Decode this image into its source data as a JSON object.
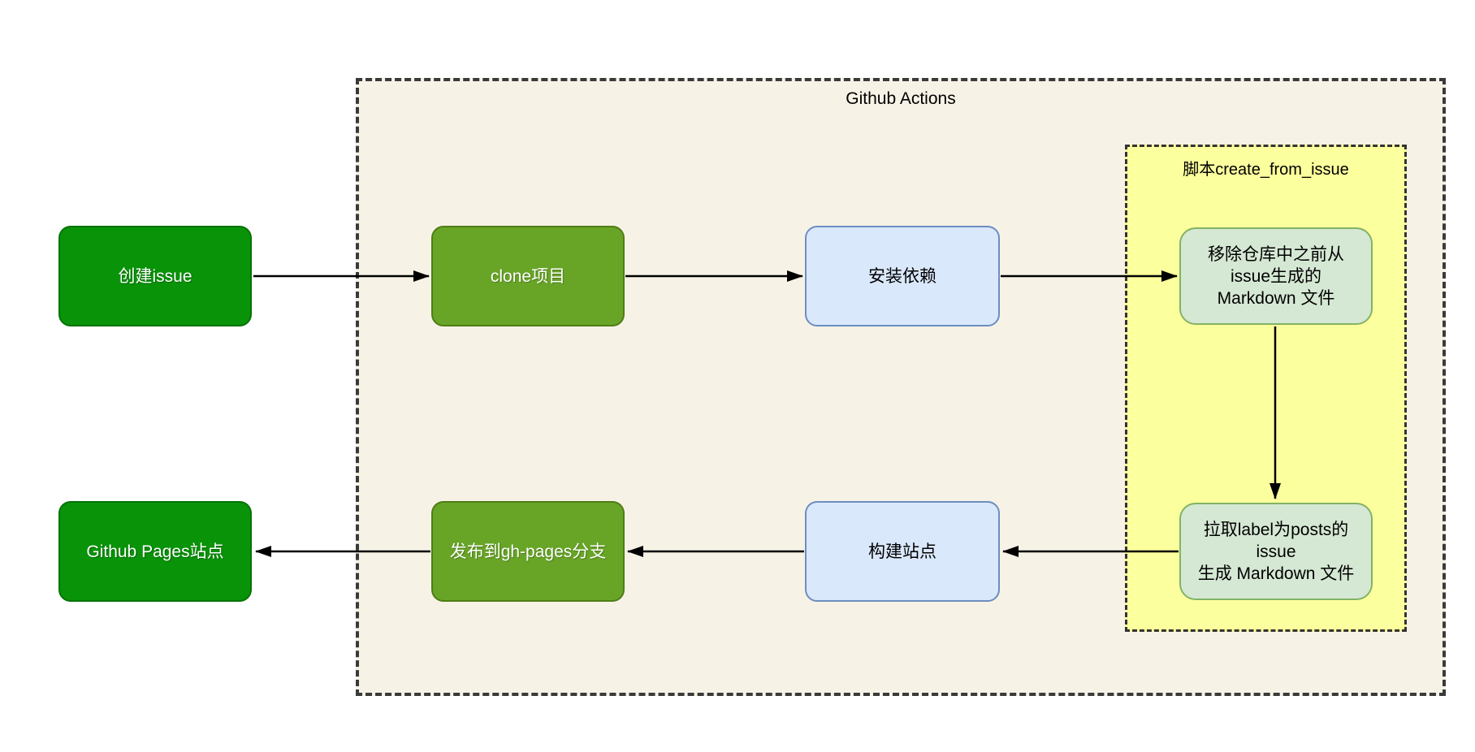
{
  "groups": {
    "github_actions": {
      "label": "Github Actions"
    },
    "script": {
      "label": "脚本create_from_issue"
    }
  },
  "nodes": {
    "create_issue": {
      "label": "创建issue"
    },
    "clone_project": {
      "label": "clone项目"
    },
    "install_deps": {
      "label": "安装依赖"
    },
    "remove_old_md": {
      "lines": [
        "移除仓库中之前从",
        "issue生成的",
        "Markdown 文件"
      ]
    },
    "fetch_issues": {
      "lines": [
        "拉取label为posts的",
        "issue",
        "生成 Markdown 文件"
      ]
    },
    "build_site": {
      "label": "构建站点"
    },
    "publish_branch": {
      "label": "发布到gh-pages分支"
    },
    "github_pages": {
      "label": "Github Pages站点"
    }
  },
  "edges": [
    {
      "from": "create_issue",
      "to": "clone_project"
    },
    {
      "from": "clone_project",
      "to": "install_deps"
    },
    {
      "from": "install_deps",
      "to": "remove_old_md"
    },
    {
      "from": "remove_old_md",
      "to": "fetch_issues"
    },
    {
      "from": "fetch_issues",
      "to": "build_site"
    },
    {
      "from": "build_site",
      "to": "publish_branch"
    },
    {
      "from": "publish_branch",
      "to": "github_pages"
    }
  ],
  "colors": {
    "dark_green_fill": "#099309",
    "dark_green_border": "#067306",
    "olive_fill": "#68a527",
    "olive_border": "#4f7d15",
    "blue_fill": "#dae8fc",
    "blue_border": "#6c8ebf",
    "mint_fill": "#d5e8d4",
    "mint_border": "#82b366",
    "yellow_fill": "#fcff9d",
    "cream_fill": "#f7f2e6",
    "dash_border": "#3a3a3a",
    "arrow": "#000000"
  }
}
